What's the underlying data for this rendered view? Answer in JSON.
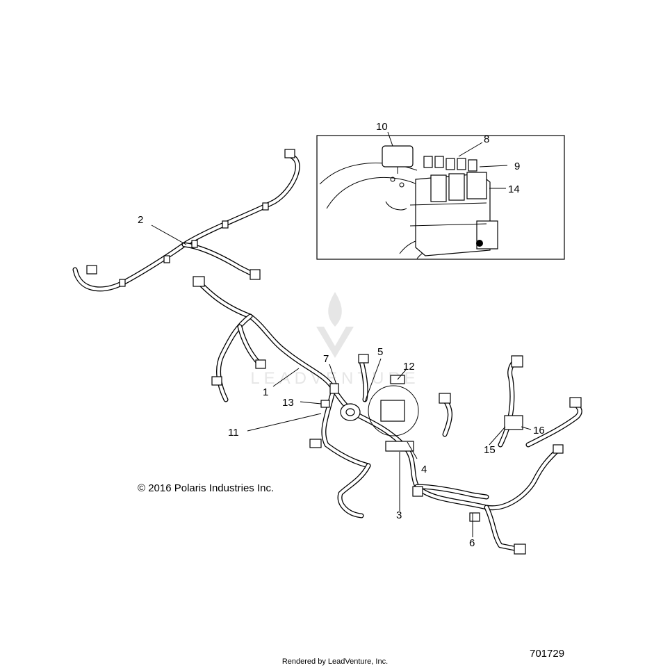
{
  "callouts": {
    "c1": "1",
    "c2": "2",
    "c3": "3",
    "c4": "4",
    "c5": "5",
    "c6": "6",
    "c7": "7",
    "c8": "8",
    "c9": "9",
    "c10": "10",
    "c11": "11",
    "c12": "12",
    "c13": "13",
    "c14": "14",
    "c15": "15",
    "c16": "16"
  },
  "copyright": "© 2016 Polaris Industries Inc.",
  "footer": "Rendered by LeadVenture, Inc.",
  "diagram_number": "701729",
  "watermark": "LEADVENTURE",
  "colors": {
    "line": "#000000",
    "background": "#ffffff",
    "watermark": "#e6e6e6"
  }
}
